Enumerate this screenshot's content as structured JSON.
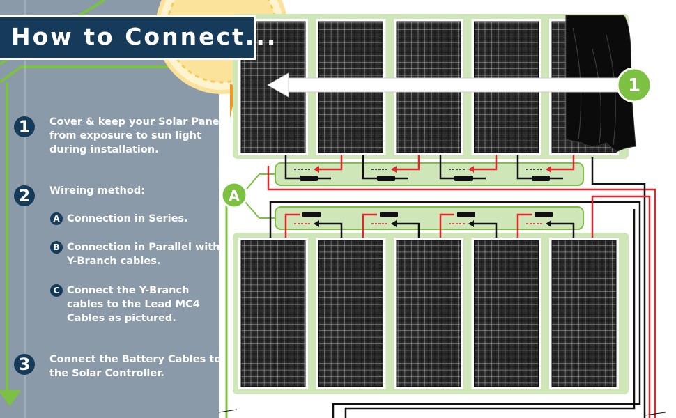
{
  "title": "How to Connect...",
  "steps": [
    {
      "number": "1",
      "text_lines": [
        "Cover & keep your Solar Panel",
        "from exposure to sun light",
        "during installation."
      ]
    },
    {
      "number": "2",
      "text_lines": [
        "Wireing method:"
      ],
      "sub_items": [
        {
          "letter": "A",
          "text_lines": [
            "Connection in Series."
          ]
        },
        {
          "letter": "B",
          "text_lines": [
            "Connection in Parallel with",
            "Y-Branch cables."
          ]
        },
        {
          "letter": "C",
          "text_lines": [
            "Connect the Y-Branch",
            "cables to the Lead MC4",
            "Cables as pictured."
          ]
        }
      ]
    },
    {
      "number": "3",
      "text_lines": [
        "Connect the Battery Cables to",
        "the Solar Controller."
      ]
    }
  ],
  "diagram": {
    "callout_step": "1",
    "callout_section": "A",
    "panels_top_row": 5,
    "panels_bottom_row": 5
  },
  "colors": {
    "sidebar": "#8a9aa8",
    "navy": "#163a5a",
    "green_accent": "#7cc142",
    "panel_bg": "#cfe6b8",
    "wire_red": "#e0262b",
    "wire_black": "#111111",
    "sun": "#fbe7a0"
  }
}
